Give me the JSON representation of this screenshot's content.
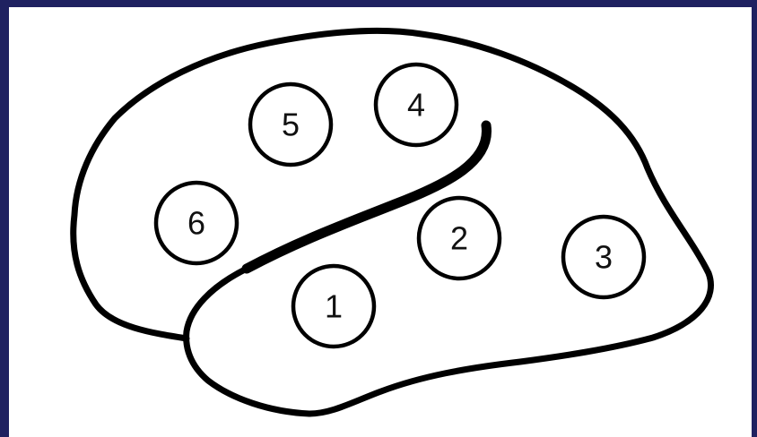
{
  "colors": {
    "frame": "#1f2160",
    "background": "#ffffff",
    "stroke": "#000000"
  },
  "regions": [
    {
      "label": "1"
    },
    {
      "label": "2"
    },
    {
      "label": "3"
    },
    {
      "label": "4"
    },
    {
      "label": "5"
    },
    {
      "label": "6"
    }
  ]
}
